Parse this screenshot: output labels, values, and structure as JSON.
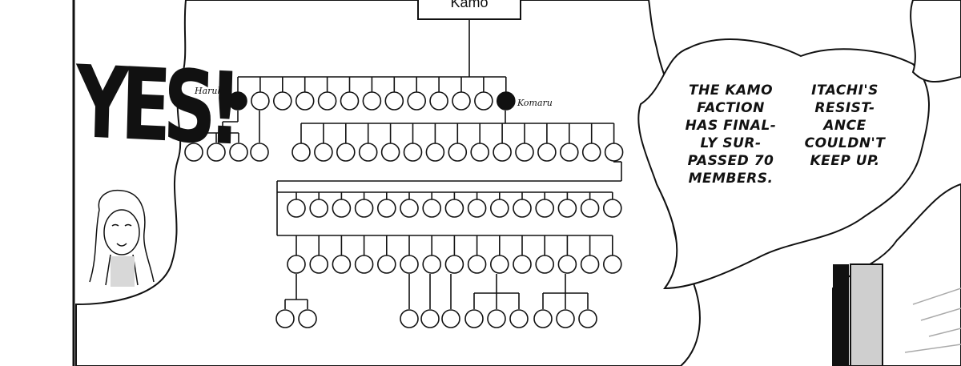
{
  "diagram": {
    "root_label": "Kamo",
    "left_marked_label": "Haruki",
    "right_marked_label": "Komaru",
    "exclamation": "YES!",
    "row1_count": 13,
    "left_branch_count": 4,
    "row2_count": 15,
    "row3_count": 15,
    "row4_count": 15,
    "row5_left_count": 2,
    "row5_right_count": 9
  },
  "captions": [
    "THE KAMO\nFACTION\nHAS FINAL-\nLY SUR-\nPASSED 70\nMEMBERS.",
    "ITACHI'S\nRESIST-\nANCE\nCOULDN'T\nKEEP UP."
  ]
}
